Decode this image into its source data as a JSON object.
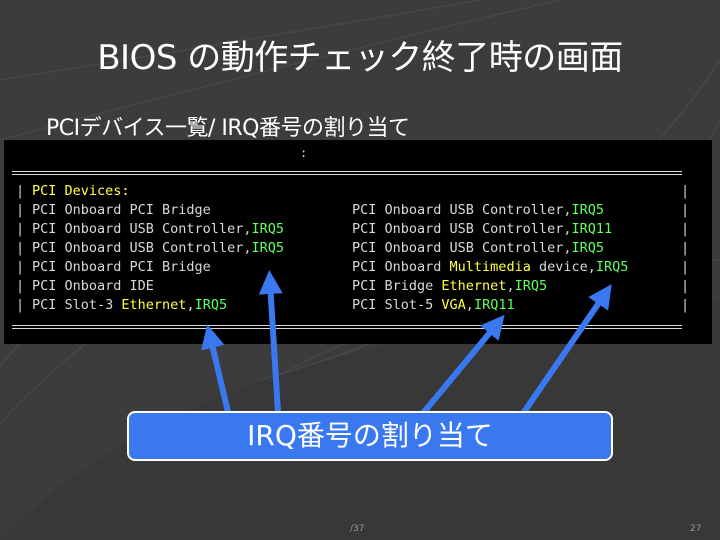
{
  "slide": {
    "title": "BIOS の動作チェック終了時の画面",
    "subtitle": "PCIデバイス一覧/ IRQ番号の割り当て",
    "callout": "IRQ番号の割り当て",
    "page_count": "/37",
    "page_number": "27"
  },
  "terminal": {
    "colon": ":",
    "header": "PCI Devices:",
    "rows": [
      {
        "left": {
          "prefix": "PCI Onboard PCI Bridge",
          "yellow": "",
          "mid": "",
          "irq": ""
        },
        "right": {
          "prefix": "PCI Onboard USB Controller,",
          "yellow": "",
          "mid": "",
          "irq": "IRQ5"
        }
      },
      {
        "left": {
          "prefix": "PCI Onboard USB Controller,",
          "yellow": "",
          "mid": "",
          "irq": "IRQ5"
        },
        "right": {
          "prefix": "PCI Onboard USB Controller,",
          "yellow": "",
          "mid": "",
          "irq": "IRQ11"
        }
      },
      {
        "left": {
          "prefix": "PCI Onboard USB Controller,",
          "yellow": "",
          "mid": "",
          "irq": "IRQ5"
        },
        "right": {
          "prefix": "PCI Onboard USB Controller,",
          "yellow": "",
          "mid": "",
          "irq": "IRQ5"
        }
      },
      {
        "left": {
          "prefix": "PCI Onboard PCI Bridge",
          "yellow": "",
          "mid": "",
          "irq": ""
        },
        "right": {
          "prefix": "PCI Onboard ",
          "yellow": "Multimedia",
          "mid": " device,",
          "irq": "IRQ5"
        }
      },
      {
        "left": {
          "prefix": "PCI Onboard IDE",
          "yellow": "",
          "mid": "",
          "irq": ""
        },
        "right": {
          "prefix": "PCI Bridge ",
          "yellow": "Ethernet",
          "mid": ",",
          "irq": "IRQ5"
        }
      },
      {
        "left": {
          "prefix": "PCI Slot-3 ",
          "yellow": "Ethernet",
          "mid": ",",
          "irq": "IRQ5"
        },
        "right": {
          "prefix": "PCI Slot-5 ",
          "yellow": "VGA",
          "mid": ",",
          "irq": "IRQ11"
        }
      }
    ]
  },
  "colors": {
    "background": "#3c3c3c",
    "terminal_bg": "#000000",
    "terminal_text": "#d8d8d8",
    "highlight_yellow": "#ffff40",
    "highlight_green": "#60ff60",
    "callout_bg": "#3a78f0",
    "arrow": "#3a78f0"
  }
}
